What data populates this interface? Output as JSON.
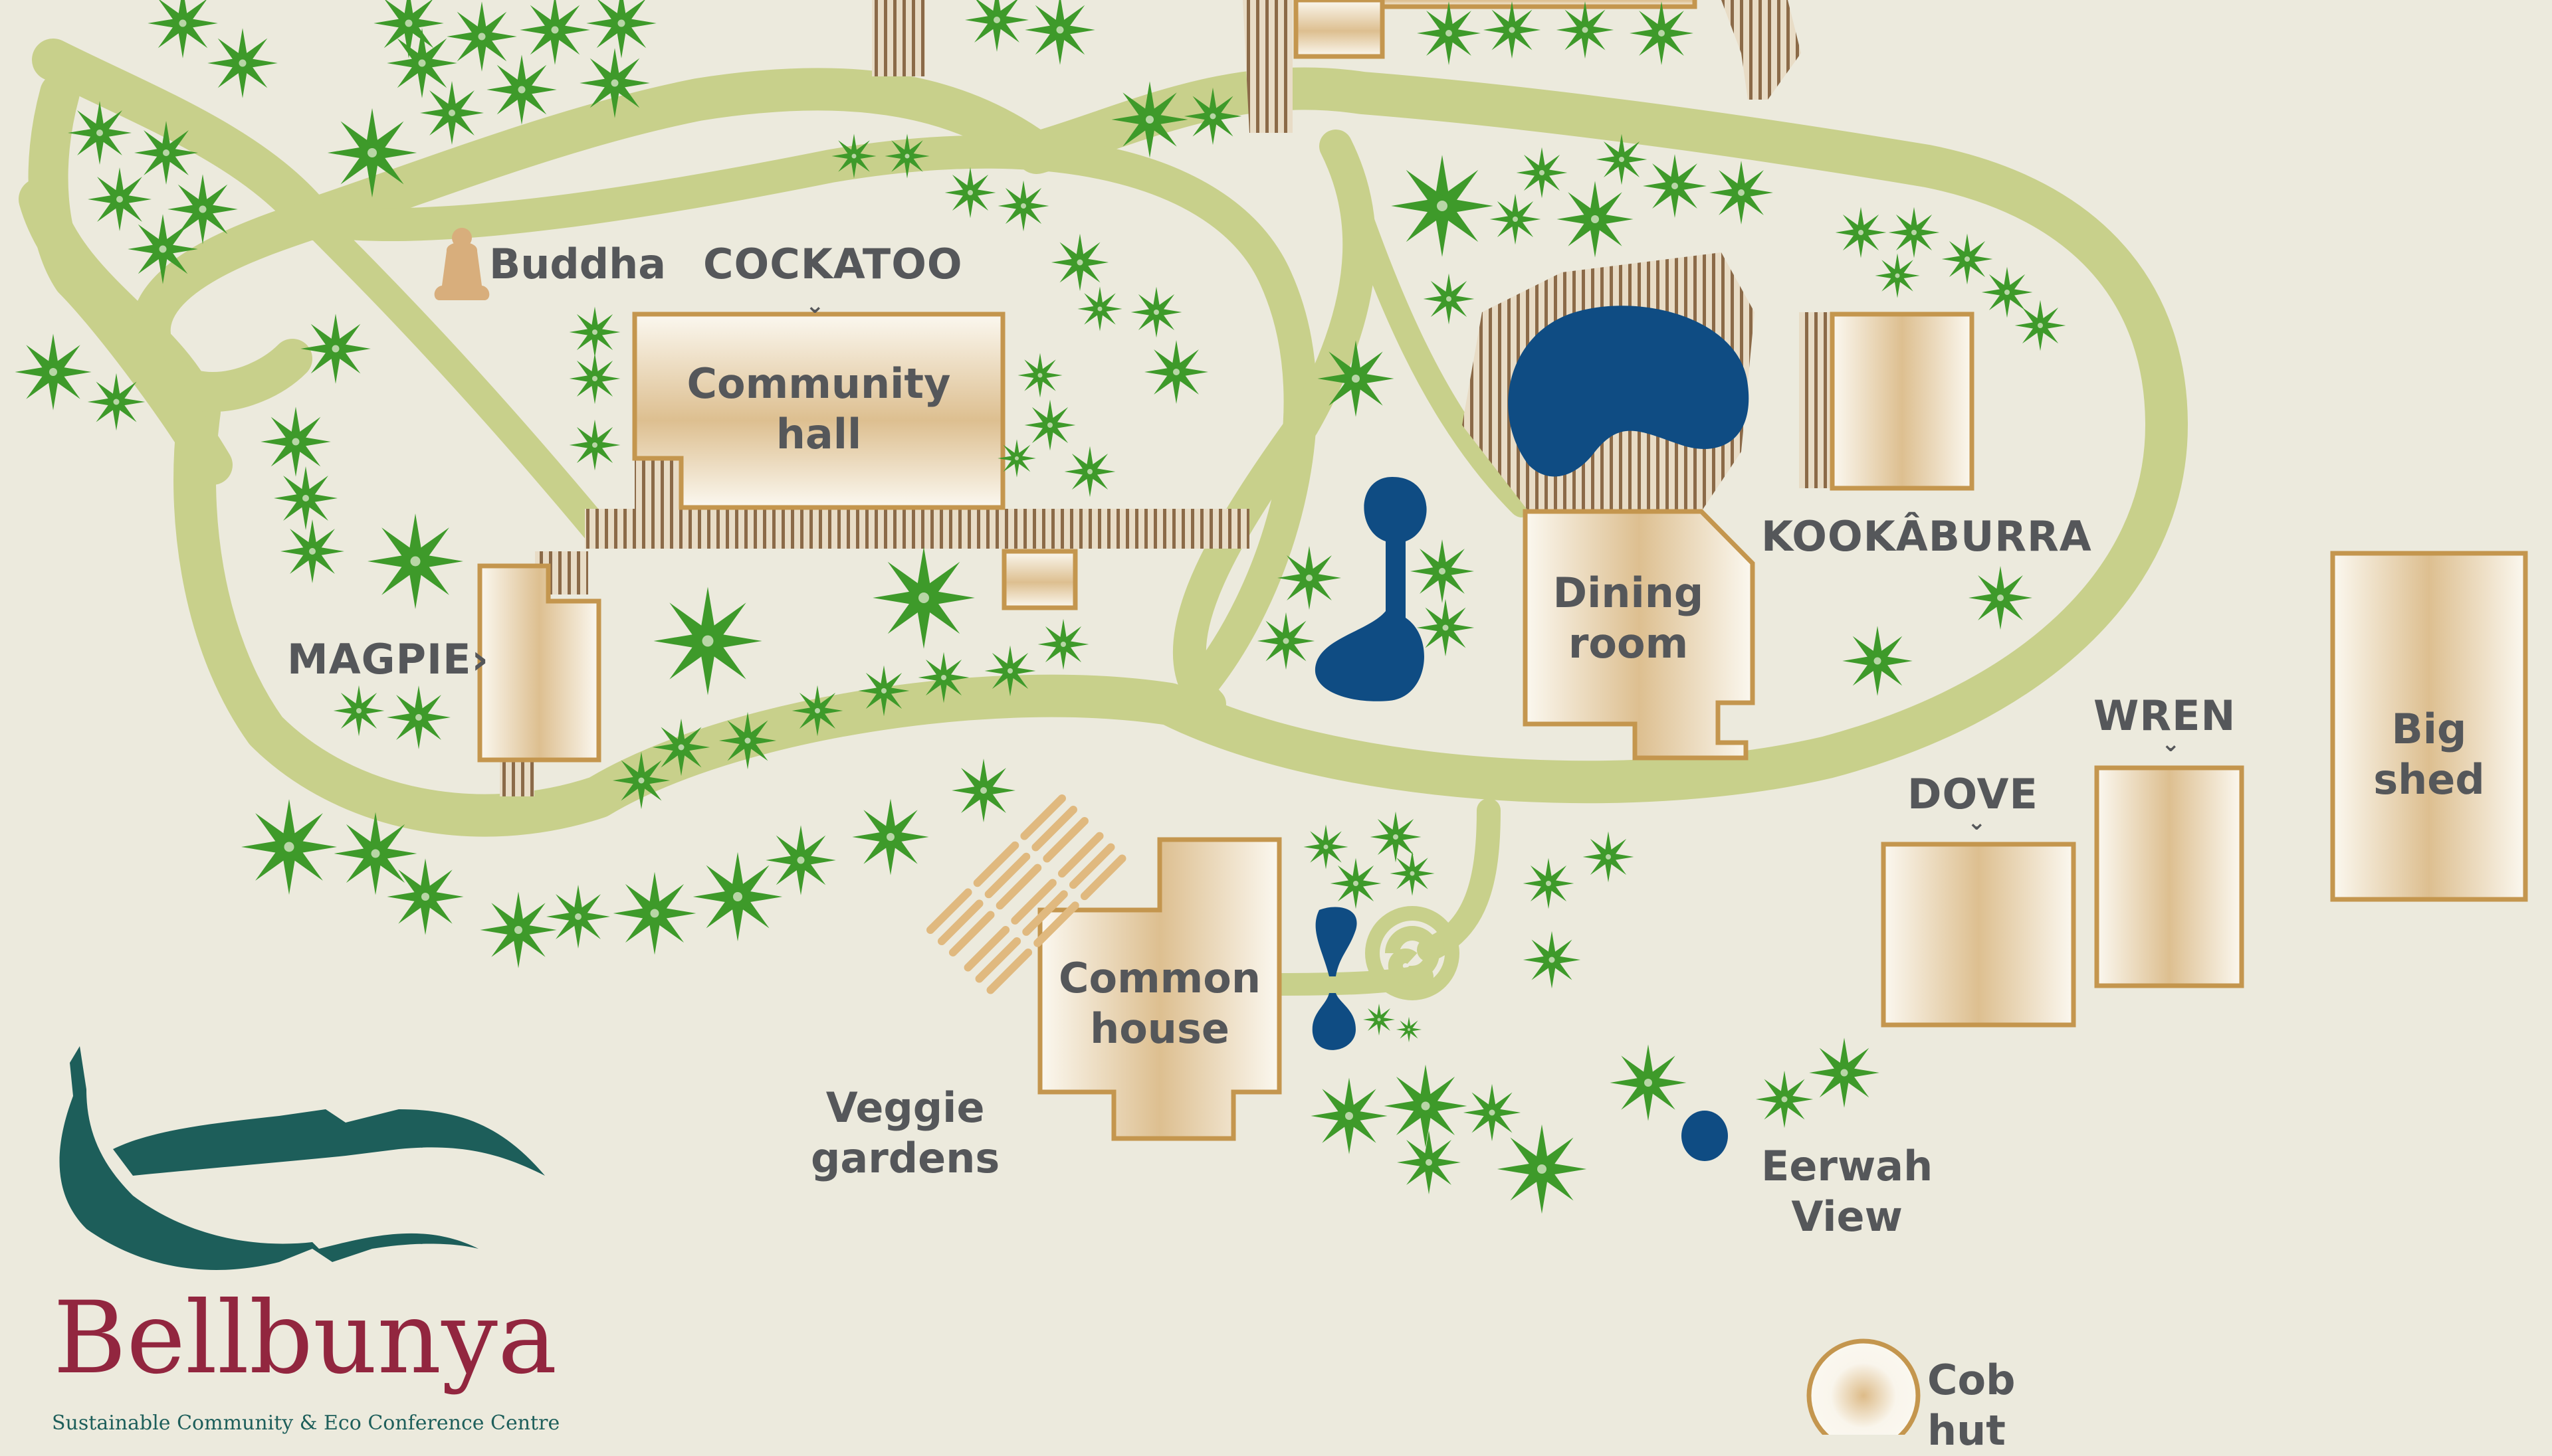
{
  "map": {
    "title": "Bellbunya site map",
    "colors": {
      "background": "#ECEADD",
      "path": "#C8D08B",
      "tree": "#3E9A2A",
      "water": "#0F4C83",
      "building_border": "#C4964E",
      "building_fill": "#E2C496",
      "deck_stripes": "#8B6A48",
      "label": "#55575A",
      "logo_leaf": "#1D5E5A",
      "logo_text": "#92263F"
    }
  },
  "labels": {
    "buddha": "Buddha",
    "cockatoo": "COCKATOO",
    "magpie": "MAGPIE›",
    "kookaburra": "KOOKÂBURRA",
    "wren": "WREN",
    "dove": "DOVE",
    "veggie_line1": "Veggie",
    "veggie_line2": "gardens",
    "eerwah_line1": "Eerwah",
    "eerwah_line2": "View",
    "cob_line1": "Cob",
    "cob_line2": "hut"
  },
  "buildings": {
    "community_hall_line1": "Community",
    "community_hall_line2": "hall",
    "dining_line1": "Dining",
    "dining_line2": "room",
    "common_line1": "Common",
    "common_line2": "house",
    "big_shed": "Big shed"
  },
  "logo": {
    "name": "Bellbunya",
    "tagline": "Sustainable Community & Eco Conference Centre"
  }
}
